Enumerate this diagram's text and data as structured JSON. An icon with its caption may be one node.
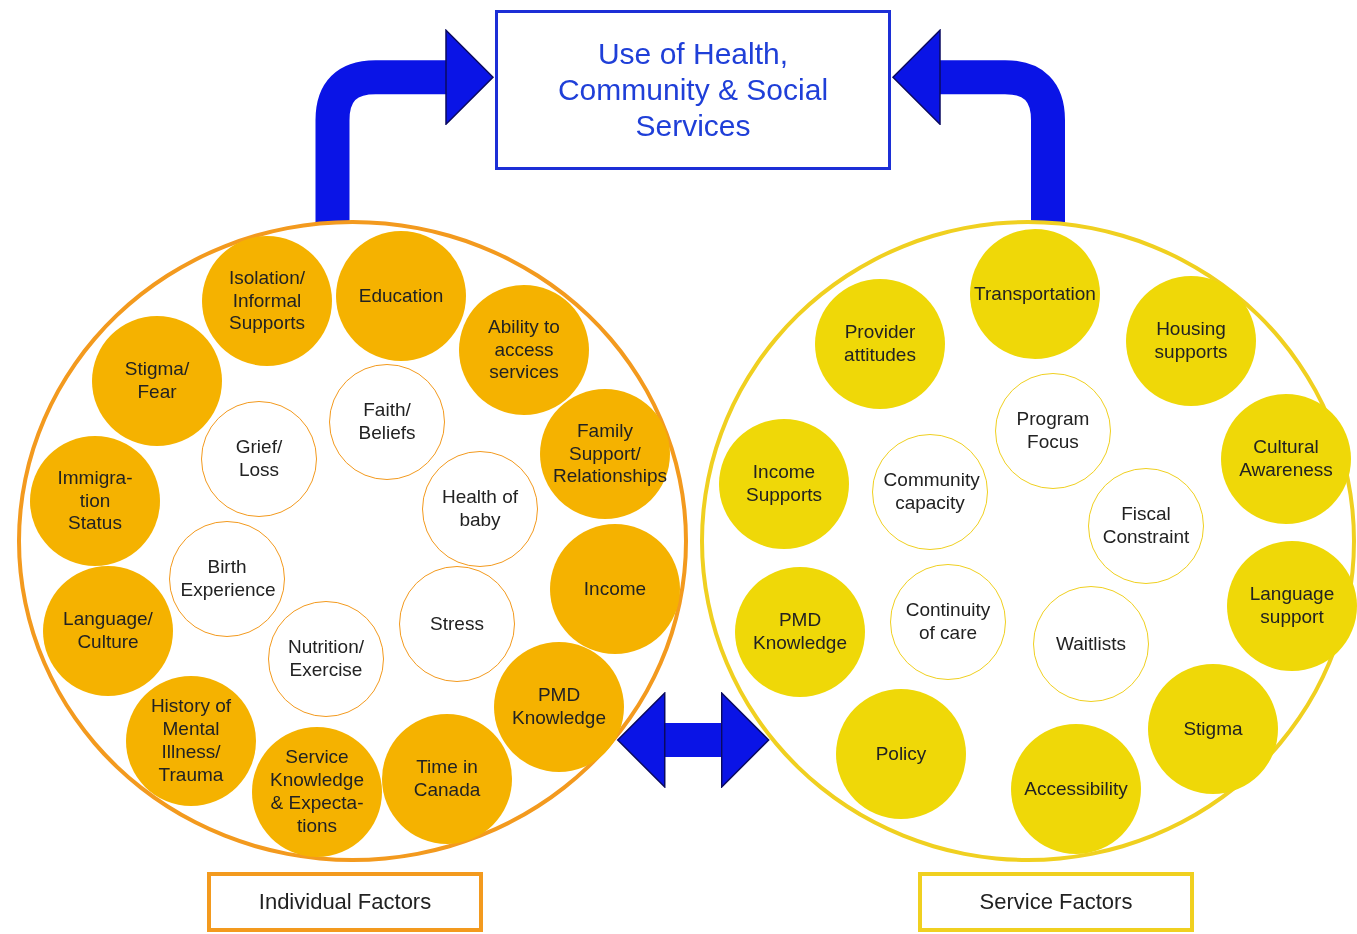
{
  "diagram": {
    "nodes": [
      {
        "text": [
          "Use of Health, Community & Social Services"
        ]
      },
      {
        "text": [],
        "shape": "circle"
      },
      {
        "text": [
          "Isolation/ Informal Supports"
        ],
        "in": 1
      },
      {
        "text": [
          "Education"
        ],
        "in": 1
      },
      {
        "text": [
          "Stigma/ Fear"
        ],
        "in": 1
      },
      {
        "text": [
          "Ability to access services"
        ],
        "in": 1
      },
      {
        "text": [
          "Faith/ Beliefs"
        ],
        "in": 1
      },
      {
        "text": [
          "Grief/ Loss"
        ],
        "in": 1
      },
      {
        "text": [
          "Family Support/ Relationships"
        ],
        "in": 1
      },
      {
        "text": [
          "Immigra- tion Status"
        ],
        "in": 1
      },
      {
        "text": [
          "Health of baby"
        ],
        "in": 1
      },
      {
        "text": [
          "Birth Experience"
        ],
        "in": 1
      },
      {
        "text": [
          "Income"
        ],
        "in": 1
      },
      {
        "text": [
          "Language/ Culture"
        ],
        "in": 1
      },
      {
        "text": [
          "Stress"
        ],
        "in": 1
      },
      {
        "text": [
          "Nutrition/ Exercise"
        ],
        "in": 1
      },
      {
        "text": [
          "PMD Knowledge"
        ],
        "in": 1
      },
      {
        "text": [
          "History of Mental Illness/ Trauma"
        ],
        "in": 1
      },
      {
        "text": [
          "Service Knowledge & Expecta- tions"
        ],
        "in": 1
      },
      {
        "text": [
          "Time in Canada"
        ],
        "in": 1
      },
      {
        "text": [],
        "shape": "circle"
      },
      {
        "text": [
          "Transportation"
        ],
        "in": 20
      },
      {
        "text": [
          "Provider attitudes"
        ],
        "in": 20
      },
      {
        "text": [
          "Housing supports"
        ],
        "in": 20
      },
      {
        "text": [
          "Program Focus"
        ],
        "in": 20
      },
      {
        "text": [
          "Cultural Awareness"
        ],
        "in": 20
      },
      {
        "text": [
          "Income Supports"
        ],
        "in": 20
      },
      {
        "text": [
          "Community capacity"
        ],
        "in": 20
      },
      {
        "text": [
          "Fiscal Constraint"
        ],
        "in": 20
      },
      {
        "text": [
          "Language support"
        ],
        "in": 20
      },
      {
        "text": [
          "PMD Knowledge"
        ],
        "in": 20
      },
      {
        "text": [
          "Continuity of care"
        ],
        "in": 20
      },
      {
        "text": [
          "Waitlists"
        ],
        "in": 20
      },
      {
        "text": [
          "Stigma"
        ],
        "in": 20
      },
      {
        "text": [
          "Policy"
        ],
        "in": 20
      },
      {
        "text": [
          "Accessibility"
        ],
        "in": 20
      },
      {
        "text": [
          "Individual Factors"
        ]
      },
      {
        "text": [
          "Service Factors"
        ]
      }
    ],
    "edges": [
      {
        "from": 1,
        "to": 0,
        "arrow": "to"
      },
      {
        "from": 20,
        "to": 0,
        "arrow": "to"
      },
      {
        "from": 1,
        "to": 20,
        "arrow": "both"
      }
    ]
  }
}
